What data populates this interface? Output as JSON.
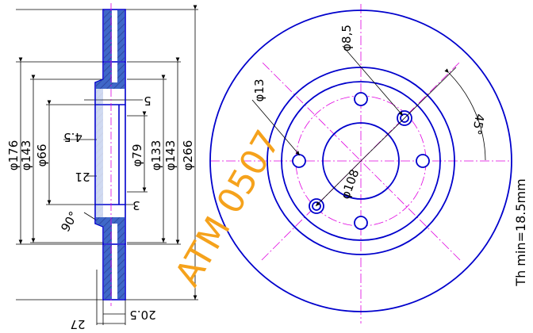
{
  "colors": {
    "outline": "#0000cc",
    "section_fill": "#3f68c8",
    "center_line": "#e000e0",
    "dimension": "#000000",
    "watermark": "#f5a21c"
  },
  "section_view": {
    "dims": {
      "d176": "φ176",
      "d143_left": "φ143",
      "d66": "φ66",
      "d79": "φ79",
      "d133": "φ133",
      "d143_right": "φ143",
      "d266": "φ266",
      "depth_5": "5",
      "depth_4_5": "4.5",
      "depth_21": "21",
      "depth_3": "3",
      "angle_90": "90°",
      "width_20_5": "20.5",
      "width_27": "27"
    }
  },
  "front_view": {
    "dims": {
      "hole_8_5": "φ8,5",
      "hole_13": "φ13",
      "pcd_108": "φ108",
      "angle_45": "45°"
    },
    "thickness_note": "Th min=18.5mm"
  },
  "watermark": "ATM 0507"
}
